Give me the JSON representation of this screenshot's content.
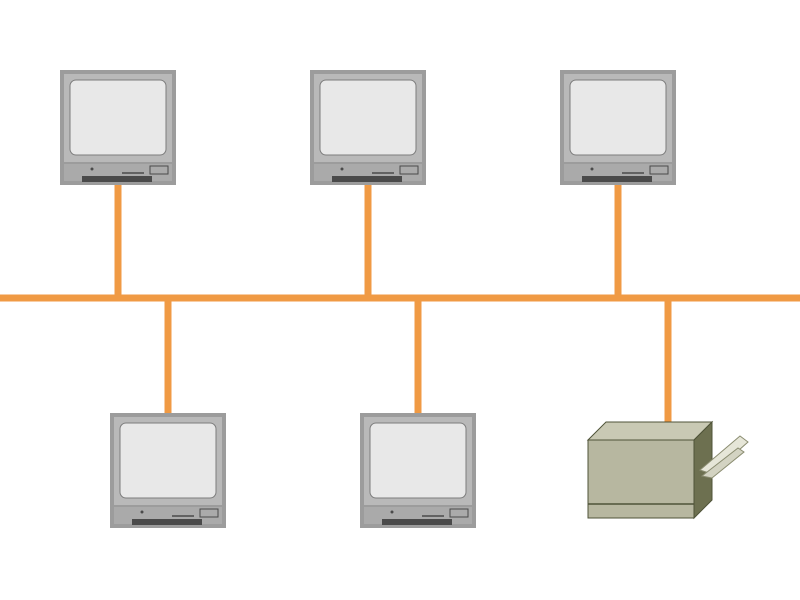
{
  "diagram": {
    "topology": "bus",
    "nodes": [
      {
        "id": "computer-1",
        "kind": "computer",
        "row": "top"
      },
      {
        "id": "computer-2",
        "kind": "computer",
        "row": "top"
      },
      {
        "id": "computer-3",
        "kind": "computer",
        "row": "top"
      },
      {
        "id": "computer-4",
        "kind": "computer",
        "row": "bottom"
      },
      {
        "id": "computer-5",
        "kind": "computer",
        "row": "bottom"
      },
      {
        "id": "printer-1",
        "kind": "printer",
        "row": "bottom"
      }
    ],
    "edges": [
      {
        "from": "computer-1",
        "to": "bus"
      },
      {
        "from": "computer-2",
        "to": "bus"
      },
      {
        "from": "computer-3",
        "to": "bus"
      },
      {
        "from": "computer-4",
        "to": "bus"
      },
      {
        "from": "computer-5",
        "to": "bus"
      },
      {
        "from": "printer-1",
        "to": "bus"
      }
    ]
  },
  "colors": {
    "bus": "#f09a44",
    "monitor_body": "#9c9c9c",
    "monitor_bezel": "#b9b9b9",
    "monitor_screen": "#e8e8e8",
    "monitor_dark": "#4a4a4a",
    "printer_front": "#b7b7a0",
    "printer_side": "#6d7050",
    "printer_top": "#c9c9b4",
    "printer_edge": "#4f5338"
  }
}
